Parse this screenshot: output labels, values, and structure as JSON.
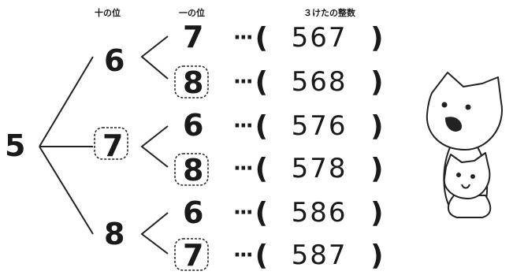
{
  "headers": {
    "tens": "十の位",
    "ones": "一の位",
    "number": "３けたの整数"
  },
  "root": "5",
  "tens_digits": [
    "6",
    "7",
    "8"
  ],
  "ones_digits": [
    "7",
    "8",
    "6",
    "8",
    "6",
    "7"
  ],
  "results": [
    "567",
    "568",
    "576",
    "578",
    "586",
    "587"
  ],
  "dots": "···",
  "paren_open": "(",
  "paren_close": ")",
  "illustration": "two-cats"
}
